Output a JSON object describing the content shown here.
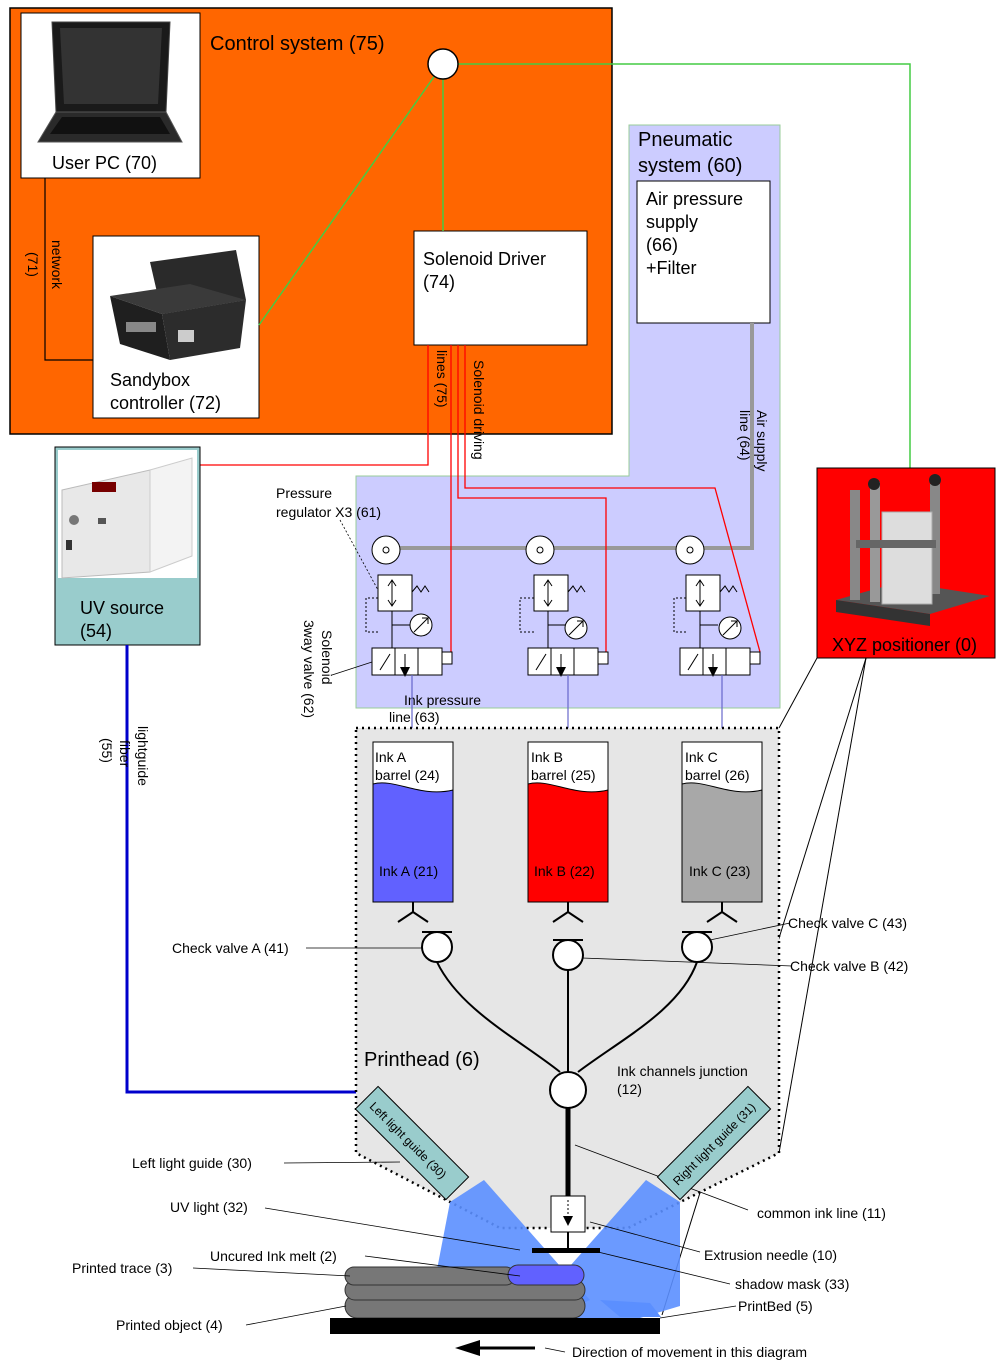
{
  "control_system": {
    "title": "Control system (75)"
  },
  "user_pc": {
    "label": "User PC (70)"
  },
  "network": {
    "line1": "network",
    "line2": "(71)"
  },
  "sandybox": {
    "line1": "Sandybox",
    "line2": "controller (72)"
  },
  "solenoid_driver": {
    "line1": "Solenoid Driver",
    "line2": "(74)"
  },
  "solenoid_lines": {
    "line1": "Solenoid driving",
    "line2": "lines (75)"
  },
  "pneumatic": {
    "line1": "Pneumatic",
    "line2": "system (60)"
  },
  "air_supply": {
    "line1": "Air pressure",
    "line2": "supply",
    "line3": "(66)",
    "line4": "+Filter"
  },
  "air_line": {
    "line1": "Air supply",
    "line2": "line (64)"
  },
  "uv_source": {
    "line1": "UV source",
    "line2": "(54)"
  },
  "pressure_reg": {
    "line1": "Pressure",
    "line2": "regulator X3 (61)"
  },
  "solenoid_valve": {
    "line1": "Solenoid",
    "line2": "3way valve (62)"
  },
  "ink_pressure": {
    "line1": "Ink pressure",
    "line2": "line (63)"
  },
  "lightguide_fiber": {
    "line1": "lightguide",
    "line2": "fiber",
    "line3": "(55)"
  },
  "xyz": {
    "label": "XYZ positioner (0)"
  },
  "barrels": [
    {
      "line1": "Ink A",
      "line2": "barrel (24)",
      "ink": "Ink A (21)",
      "color": "#6161ff"
    },
    {
      "line1": "Ink B",
      "line2": "barrel (25)",
      "ink": "Ink B (22)",
      "color": "#ff0000"
    },
    {
      "line1": "Ink C",
      "line2": "barrel (26)",
      "ink": "Ink C (23)",
      "color": "#a8a8a8"
    }
  ],
  "check_valves": {
    "a": "Check valve A (41)",
    "b": "Check valve B (42)",
    "c": "Check valve C (43)"
  },
  "printhead": {
    "label": "Printhead (6)"
  },
  "junction": {
    "line1": "Ink channels junction",
    "line2": "(12)"
  },
  "left_guide": {
    "box": "Left light guide (30)",
    "callout": "Left light guide (30)"
  },
  "right_guide": {
    "box": "Right light guide (31)"
  },
  "common_line": "common ink line (11)",
  "uv_light": "UV light (32)",
  "extrusion": "Extrusion needle (10)",
  "uncured": "Uncured Ink melt (2)",
  "shadow": "shadow mask (33)",
  "printed_trace": "Printed trace (3)",
  "printbed": "PrintBed (5)",
  "printed_object": "Printed object (4)",
  "direction": "Direction of movement in this diagram",
  "colors": {
    "control": "#ff6600",
    "pneumatic": "#ccccff",
    "uv_box": "#99cccc",
    "xyz": "#ff0000",
    "printhead_bg": "#e6e6e6",
    "light": "#5b8fff",
    "signal_green": "#44cc44",
    "signal_red": "#ff0000",
    "fiber_blue": "#0000cc"
  }
}
